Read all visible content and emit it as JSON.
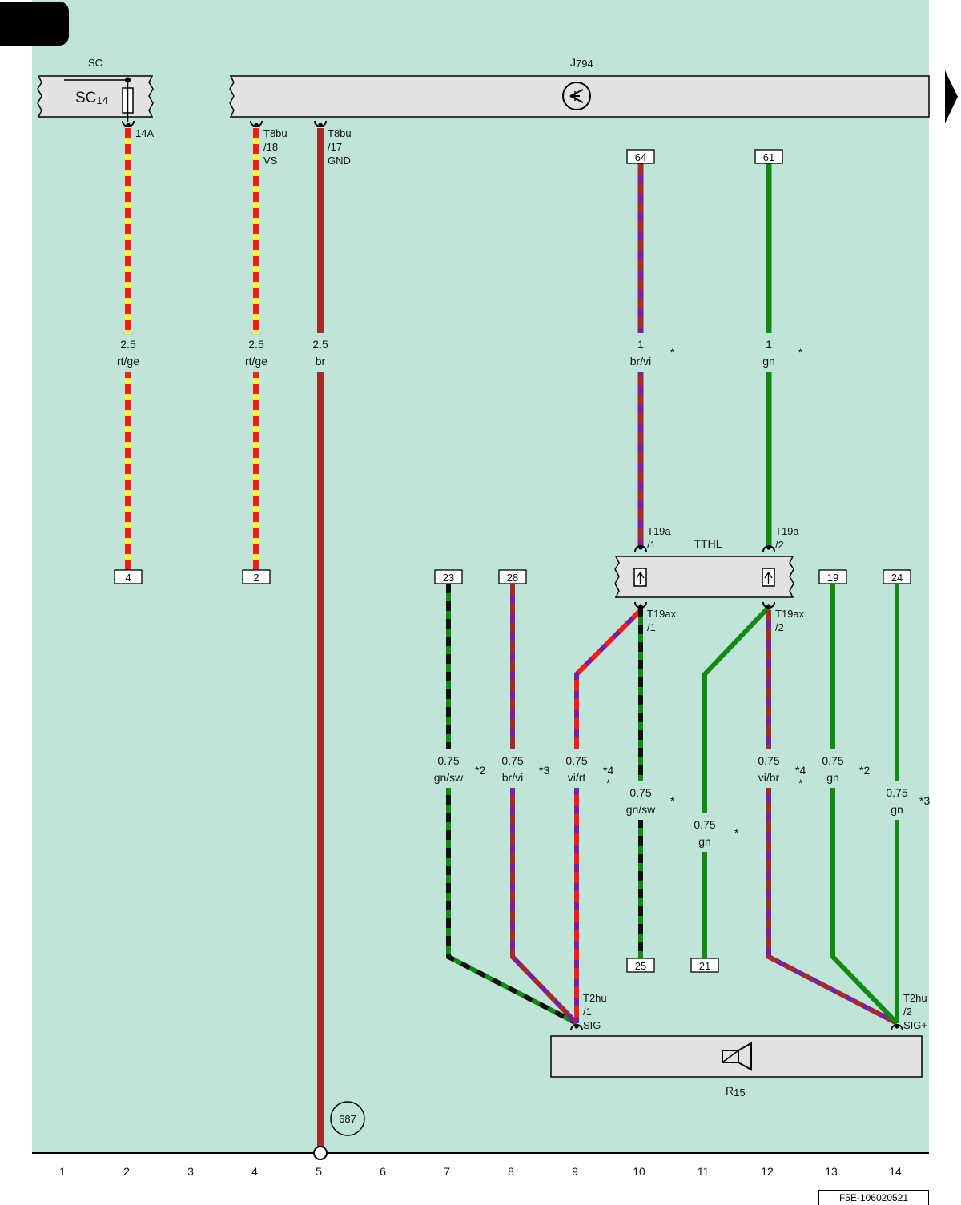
{
  "diagram": {
    "colors": {
      "background": "#bfe5d8",
      "rt": "#ff1a1a",
      "ge": "#ffff33",
      "br": "#a52a2a",
      "vi": "#7a1fa2",
      "gn": "#128a12",
      "sw": "#111111",
      "box": "#e2e2e2"
    },
    "components": {
      "sc": {
        "group": "SC",
        "name": "SC",
        "sub": "14"
      },
      "j794": {
        "name": "J",
        "sub": "794"
      },
      "tthl": {
        "name": "TTHL"
      },
      "r15": {
        "name": "R",
        "sub": "15"
      }
    },
    "connectors": {
      "c14a": "14A",
      "t8bu18": [
        "T8bu",
        "/18",
        "VS"
      ],
      "t8bu17": [
        "T8bu",
        "/17",
        "GND"
      ],
      "t19a1": [
        "T19a",
        "/1"
      ],
      "t19a2": [
        "T19a",
        "/2"
      ],
      "t19ax1": [
        "T19ax",
        "/1"
      ],
      "t19ax2": [
        "T19ax",
        "/2"
      ],
      "t2hu1": [
        "T2hu",
        "/1",
        "SIG-"
      ],
      "t2hu2": [
        "T2hu",
        "/2",
        "SIG+"
      ]
    },
    "pins": {
      "p4": "4",
      "p2": "2",
      "p64": "64",
      "p61": "61",
      "p23": "23",
      "p28": "28",
      "p19": "19",
      "p24": "24",
      "p25": "25",
      "p21": "21"
    },
    "wires": {
      "w2": {
        "size": "2.5",
        "color": "rt/ge"
      },
      "w4": {
        "size": "2.5",
        "color": "rt/ge"
      },
      "w5": {
        "size": "2.5",
        "color": "br"
      },
      "w10": {
        "size": "1",
        "color": "br/vi",
        "note": "*"
      },
      "w12": {
        "size": "1",
        "color": "gn",
        "note": "*"
      },
      "w7": {
        "size": "0.75",
        "color": "gn/sw",
        "note": "*2"
      },
      "w8": {
        "size": "0.75",
        "color": "br/vi",
        "note": "*3"
      },
      "w9": {
        "size": "0.75",
        "color": "vi/rt",
        "note": "*4",
        "note2": "*"
      },
      "w10b": {
        "size": "0.75",
        "color": "gn/sw",
        "note": "*"
      },
      "w11": {
        "size": "0.75",
        "color": "gn",
        "note": "*"
      },
      "w12b": {
        "size": "0.75",
        "color": "vi/br",
        "note": "*4",
        "note2": "*"
      },
      "w13": {
        "size": "0.75",
        "color": "gn",
        "note": "*2"
      },
      "w14": {
        "size": "0.75",
        "color": "gn",
        "note": "*3"
      }
    },
    "ground_ref": "687",
    "columns": [
      "1",
      "2",
      "3",
      "4",
      "5",
      "6",
      "7",
      "8",
      "9",
      "10",
      "11",
      "12",
      "13",
      "14"
    ],
    "doc_ref": "F5E-106020521"
  }
}
